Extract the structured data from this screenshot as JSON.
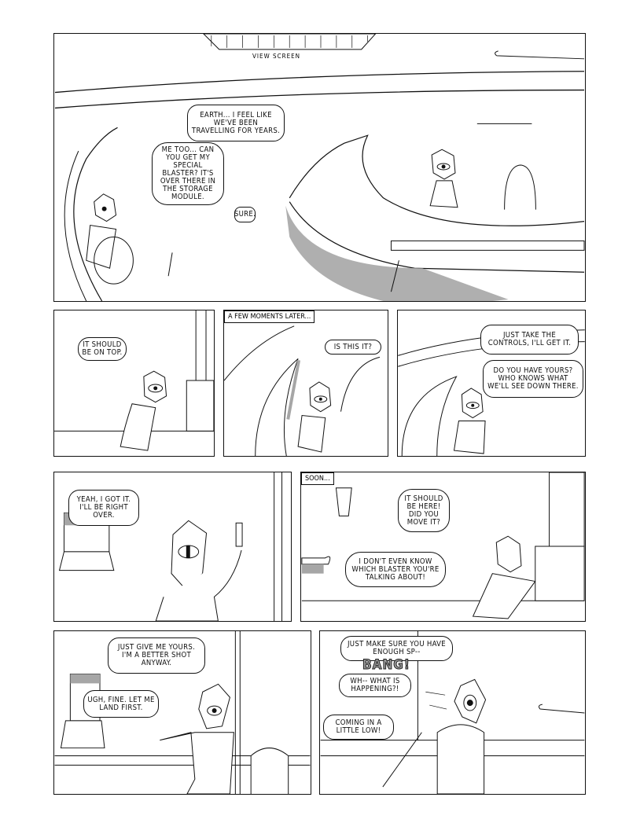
{
  "panels": [
    {
      "id": 1,
      "label": "VIEW   SCREEN",
      "bubbles": [
        "EARTH... I FEEL LIKE WE'VE BEEN TRAVELLING FOR YEARS.",
        "ME TOO... CAN YOU GET MY SPECIAL BLASTER? IT'S OVER THERE IN THE STORAGE MODULE.",
        "SURE."
      ]
    },
    {
      "id": 2,
      "bubbles": [
        "IT SHOULD BE ON TOP."
      ]
    },
    {
      "id": 3,
      "caption": "A FEW MOMENTS LATER...",
      "bubbles": [
        "IS THIS IT?"
      ]
    },
    {
      "id": 4,
      "bubbles": [
        "JUST TAKE THE CONTROLS, I'LL GET IT.",
        "DO YOU HAVE YOURS? WHO KNOWS WHAT WE'LL SEE DOWN THERE."
      ]
    },
    {
      "id": 5,
      "bubbles": [
        "YEAH, I GOT IT. I'LL BE RIGHT OVER."
      ]
    },
    {
      "id": 6,
      "caption": "SOON...",
      "bubbles": [
        "IT SHOULD BE HERE! DID YOU MOVE IT?",
        "I DON'T EVEN KNOW WHICH BLASTER YOU'RE TALKING ABOUT!"
      ]
    },
    {
      "id": 7,
      "bubbles": [
        "JUST GIVE ME YOURS. I'M A BETTER SHOT ANYWAY.",
        "UGH, FINE. LET ME LAND FIRST."
      ]
    },
    {
      "id": 8,
      "sfx": "BANG!",
      "bubbles": [
        "JUST MAKE SURE YOU HAVE ENOUGH SP--",
        "WH-- WHAT IS HAPPENING?!",
        "COMING IN A LITTLE LOW!"
      ]
    }
  ],
  "colors": {
    "ink": "#111111",
    "shadow": "#a6a6a6"
  }
}
